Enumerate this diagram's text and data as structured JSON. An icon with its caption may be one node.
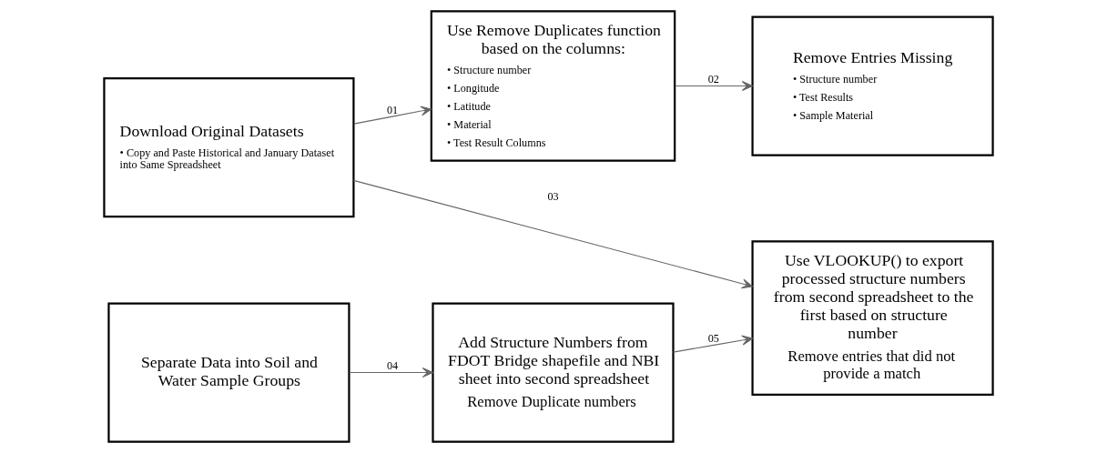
{
  "diagram": {
    "nodes": [
      {
        "text": [
          "Download Original Datasets",
          "• Copy and Paste Historical and January Dataset into Same Spreadsheet"
        ]
      },
      {
        "text": [
          "Use Remove Duplicates function based on the columns:",
          "• Structure number",
          "• Longitude",
          "• Latitude",
          "• Material",
          "• Test Result Columns"
        ]
      },
      {
        "text": [
          "Remove Entries Missing",
          "• Structure number",
          "• Test Results",
          "• Sample Material"
        ]
      },
      {
        "text": [
          "Separate Data into Soil and Water Sample Groups"
        ]
      },
      {
        "text": [
          "Add Structure Numbers from FDOT Bridge shapefile and NBI sheet into second spreadsheet",
          "Remove Duplicate numbers"
        ]
      },
      {
        "text": [
          "Use VLOOKUP() to export processed structure numbers from second spreadsheet to the first based on structure number",
          "Remove entries that did not provide a match"
        ]
      }
    ],
    "edges": [
      {
        "from": 0,
        "to": 1,
        "arrow": "to",
        "label": "01"
      },
      {
        "from": 1,
        "to": 2,
        "arrow": "to",
        "label": "02"
      },
      {
        "from": 0,
        "to": 5,
        "arrow": "to",
        "label": "03"
      },
      {
        "from": 3,
        "to": 4,
        "arrow": "to",
        "label": "04"
      },
      {
        "from": 4,
        "to": 5,
        "arrow": "to",
        "label": "05"
      }
    ]
  }
}
